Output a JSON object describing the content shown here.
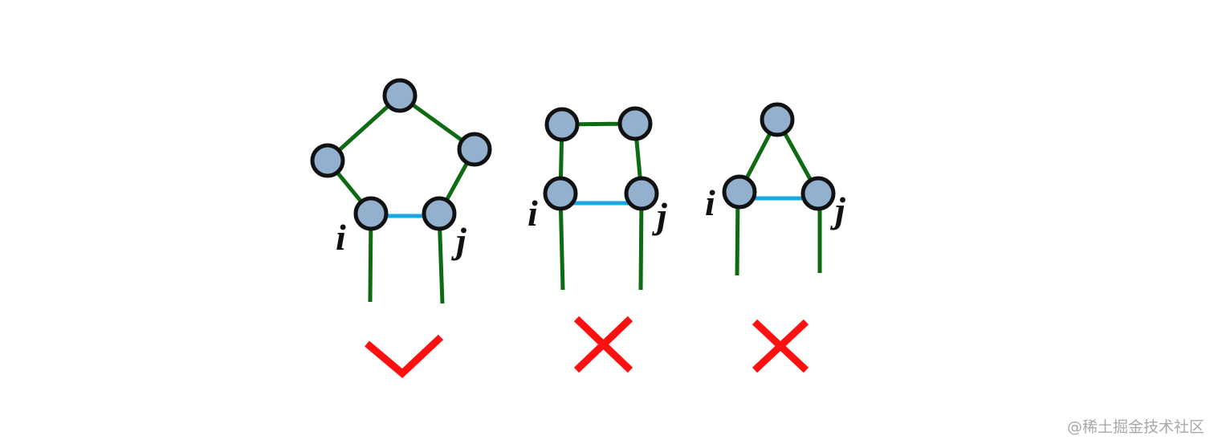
{
  "diagrams": [
    {
      "id": "pentagon",
      "label_i": "i",
      "label_j": "j",
      "verdict": "check"
    },
    {
      "id": "square",
      "label_i": "i",
      "label_j": "j",
      "verdict": "cross"
    },
    {
      "id": "triangle",
      "label_i": "i",
      "label_j": "j",
      "verdict": "cross"
    }
  ],
  "colors": {
    "node_fill": "#93b1cf",
    "node_stroke": "#111111",
    "ring_edge": "#0e6b12",
    "bridge_edge": "#1aa7e6",
    "verdict_mark": "#ff1010"
  },
  "watermark": "@稀土掘金技术社区"
}
